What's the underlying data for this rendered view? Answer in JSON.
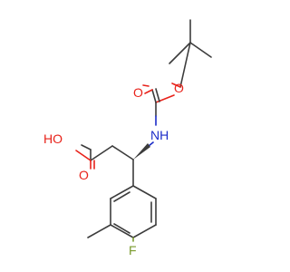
{
  "molecule": {
    "atoms": {
      "oh": "HO",
      "o_acid": "O",
      "nh": "NH",
      "o_carbonyl": "O",
      "o_ether": "O",
      "f": "F"
    },
    "colors": {
      "bond": "#3c3c3c",
      "oxygen": "#e8221a",
      "nitrogen": "#1c2cc8",
      "fluorine": "#7a9a2e"
    }
  }
}
